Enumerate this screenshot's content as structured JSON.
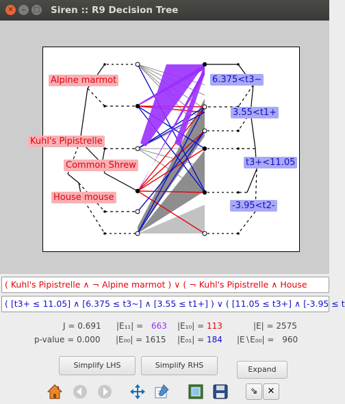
{
  "window": {
    "title": "Siren :: R9 Decision Tree",
    "close_glyph": "✕",
    "min_glyph": "–",
    "max_glyph": "□"
  },
  "tree": {
    "lhs_labels": [
      "Alpine marmot",
      "Kuhl's Pipistrelle",
      "Common Shrew",
      "House mouse"
    ],
    "rhs_labels": [
      "6.375<t3~",
      "3.55<t1+",
      "t3+<11.05",
      "-3.95<t2-"
    ],
    "colors": {
      "lhs": "#e8000b",
      "rhs": "#1010c8",
      "both": "#9b30ff",
      "neither": "#888888"
    }
  },
  "query": {
    "lhs": "( Kuhl's Pipistrelle ∧ ¬ Alpine marmot ) ∨ ( ¬ Kuhl's Pipistrelle ∧ House",
    "rhs": "( [t3+ ≤ 11.05] ∧ [6.375 ≤ t3~] ∧ [3.55 ≤ t1+] ) ∨ ( [11.05 ≤ t3+] ∧ [-3.95 ≤ t"
  },
  "stats": {
    "j_label": "J =",
    "j_value": "0.691",
    "pval_label": "p-value =",
    "pval_value": "0.000",
    "e11_label": "|E₁₁| =",
    "e11_value": "663",
    "e10_label": "|E₁₀| =",
    "e10_value": "113",
    "e00_label": "|E₀₀| =",
    "e00_value": "1615",
    "e01_label": "|E₀₁| =",
    "e01_value": "184",
    "e_label": "|E| =",
    "e_value": "2575",
    "ediff_label": "|E∖E₀₀| =",
    "ediff_value": "960"
  },
  "buttons": {
    "simplify_lhs": "Simplify LHS",
    "simplify_rhs": "Simplify RHS",
    "expand": "Expand"
  },
  "toolbar": [
    "home-icon",
    "back-icon",
    "forward-icon",
    "move-icon",
    "edit-icon",
    "fit-icon",
    "save-icon",
    "resize-icon",
    "close-icon"
  ]
}
